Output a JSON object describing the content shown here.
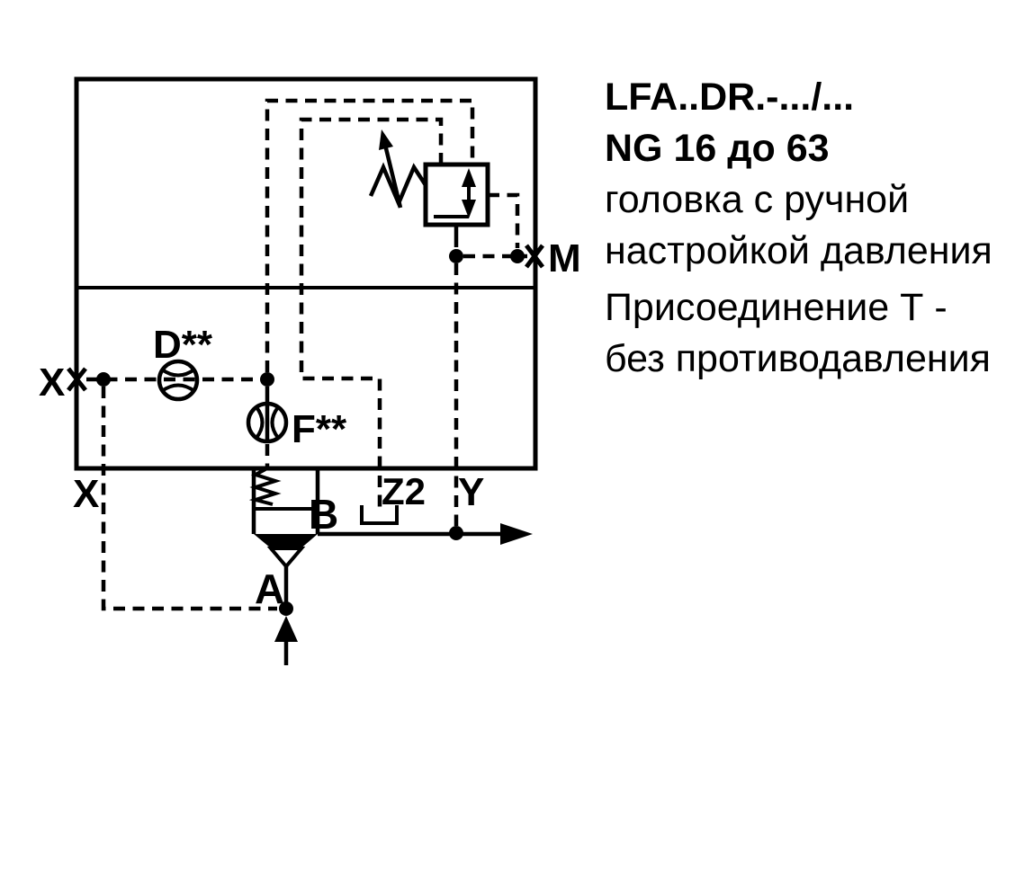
{
  "schematic": {
    "labels": {
      "port_x": "X",
      "port_x_line": "X",
      "orifice_d": "D**",
      "check_valve_f": "F**",
      "port_b": "B",
      "port_z2": "Z2",
      "port_y": "Y",
      "port_a": "A",
      "port_m": "M"
    },
    "colors": {
      "line": "#000000",
      "background": "#ffffff"
    }
  },
  "description": {
    "title_line1": "LFA..DR.-.../...",
    "title_line2": "NG 16 до 63",
    "line3": "головка с ручной",
    "line4": "настройкой давления",
    "line5": "Присоединение Т -",
    "line6": "без противодавления"
  }
}
